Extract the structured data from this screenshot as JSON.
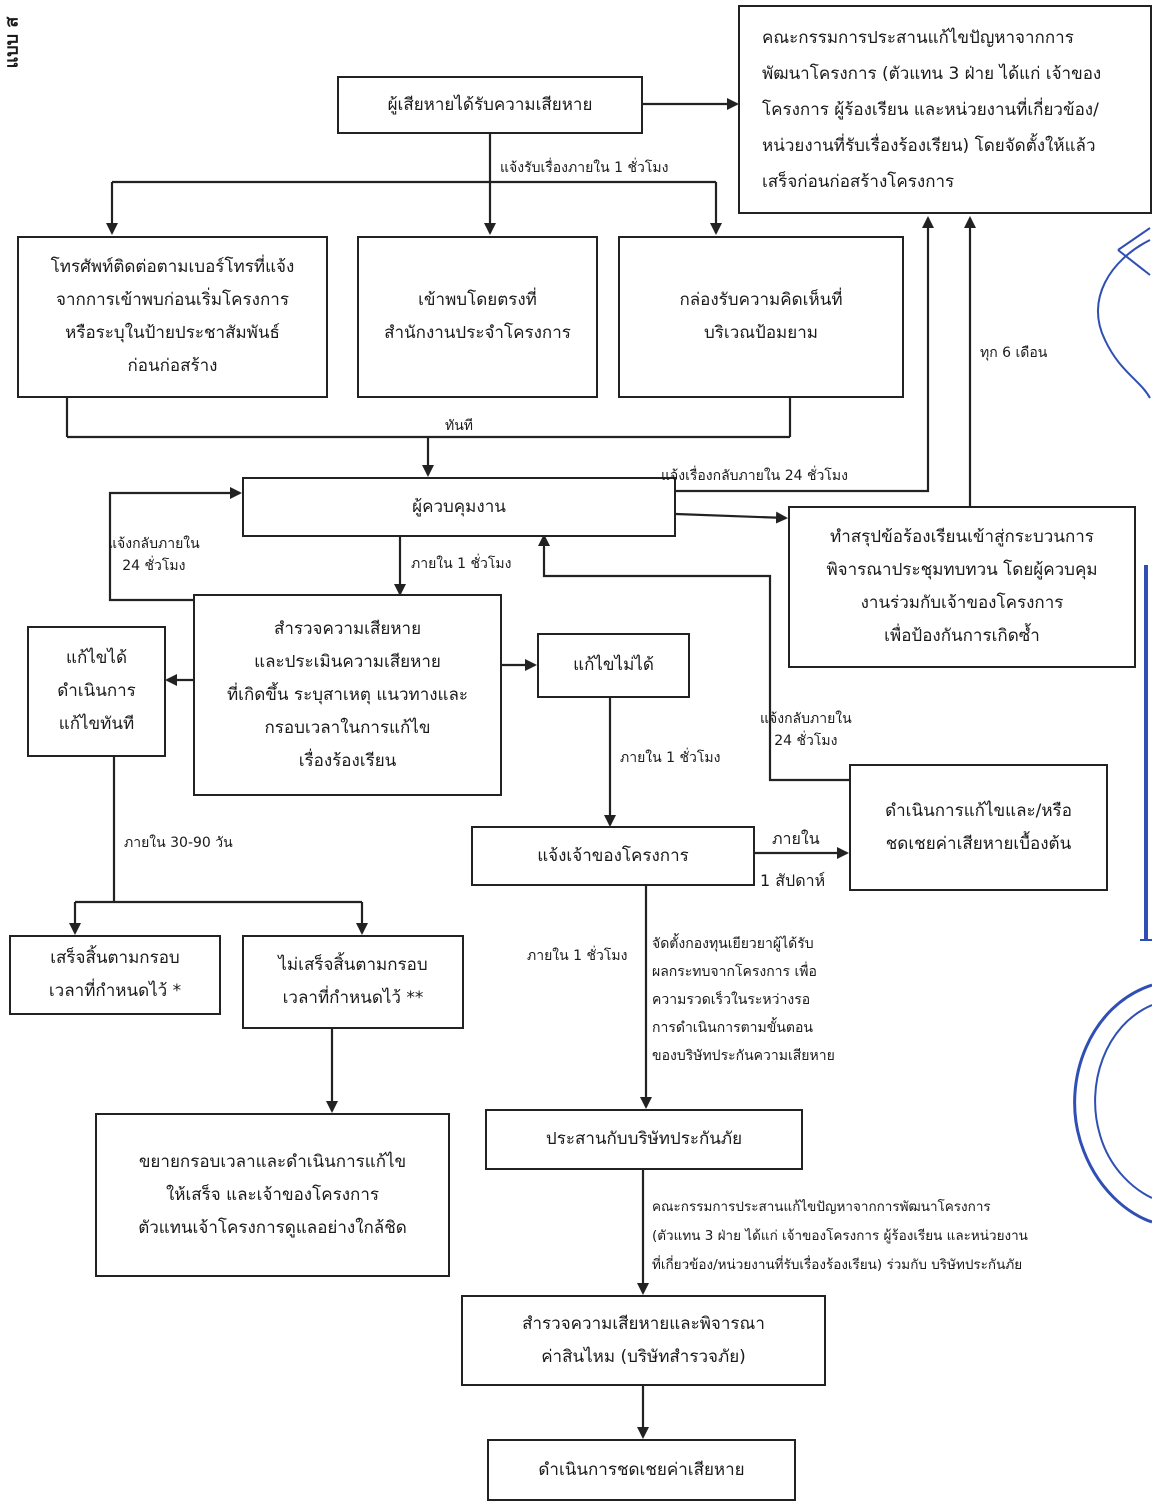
{
  "form_label": "แบบ ส",
  "boxes": {
    "damage_received": "ผู้เสียหายได้รับความเสียหาย",
    "committee": "คณะกรรมการประสานแก้ไขปัญหาจากการ\nพัฒนาโครงการ (ตัวแทน 3 ฝ่าย ได้แก่ เจ้าของ\nโครงการ ผู้ร้องเรียน และหน่วยงานที่เกี่ยวข้อง/\nหน่วยงานที่รับเรื่องร้องเรียน) โดยจัดตั้งให้แล้ว\nเสร็จก่อนก่อสร้างโครงการ",
    "phone": "โทรศัพท์ติดต่อตามเบอร์โทรที่แจ้ง\nจากการเข้าพบก่อนเริ่มโครงการ\nหรือระบุในป้ายประชาสัมพันธ์\nก่อนก่อสร้าง",
    "visit_office": "เข้าพบโดยตรงที่\nสำนักงานประจำโครงการ",
    "comment_box": "กล่องรับความคิดเห็นที่\nบริเวณป้อมยาม",
    "supervisor": "ผู้ควบคุมงาน",
    "summary": "ทำสรุปข้อร้องเรียนเข้าสู่กระบวนการ\nพิจารณาประชุมทบทวน โดยผู้ควบคุม\nงานร่วมกับเจ้าของโครงการ\nเพื่อป้องกันการเกิดซ้ำ",
    "survey_assess": "สำรวจความเสียหาย\nและประเมินความเสียหาย\nที่เกิดขึ้น ระบุสาเหตุ แนวทางและ\nกรอบเวลาในการแก้ไข\nเรื่องร้องเรียน",
    "fixable": "แก้ไขได้\nดำเนินการ\nแก้ไขทันที",
    "not_fixable": "แก้ไขไม่ได้",
    "notify_owner": "แจ้งเจ้าของโครงการ",
    "fix_compensate": "ดำเนินการแก้ไขและ/หรือ\nชดเชยค่าเสียหายเบื้องต้น",
    "done_on_time": "เสร็จสิ้นตามกรอบ\nเวลาที่กำหนดไว้ *",
    "not_done_on_time": "ไม่เสร็จสิ้นตามกรอบ\nเวลาที่กำหนดไว้ **",
    "extend": "ขยายกรอบเวลาและดำเนินการแก้ไข\nให้เสร็จ และเจ้าของโครงการ\nตัวแทนเจ้าโครงการดูแลอย่างใกล้ชิด",
    "insurance": "ประสานกับบริษัทประกันภัย",
    "survey_consider": "สำรวจความเสียหายและพิจารณา\nค่าสินไหม (บริษัทสำรวจภัย)",
    "compensate": "ดำเนินการชดเชยค่าเสียหาย"
  },
  "labels": {
    "notify_1hr": "แจ้งรับเรื่องภายใน 1 ชั่วโมง",
    "immediately": "ทันที",
    "reply_24hr_top": "แจ้งเรื่องกลับภายใน 24 ชั่วโมง",
    "every_6_months": "ทุก 6 เดือน",
    "reply_24hr_left": "แจ้งกลับภายใน\n24 ชั่วโมง",
    "within_1hr_a": "ภายใน 1 ชั่วโมง",
    "reply_24hr_right": "แจ้งกลับภายใน\n24 ชั่วโมง",
    "within_1hr_b": "ภายใน 1 ชั่วโมง",
    "within_30_90": "ภายใน 30-90 วัน",
    "within_1week_top": "ภายใน",
    "within_1week_bottom": "1 สัปดาห์",
    "within_1hr_c": "ภายใน 1 ชั่วโมง",
    "fund_note": "จัดตั้งกองทุนเยียวยาผู้ได้รับ\nผลกระทบจากโครงการ เพื่อ\nความรวดเร็วในระหว่างรอ\nการดำเนินการตามขั้นตอน\nของบริษัทประกันความเสียหาย",
    "committee_insurance": "คณะกรรมการประสานแก้ไขปัญหาจากการพัฒนาโครงการ\n(ตัวแทน 3 ฝ่าย ได้แก่ เจ้าของโครงการ ผู้ร้องเรียน และหน่วยงาน\nที่เกี่ยวข้อง/หน่วยงานที่รับเรื่องร้องเรียน) ร่วมกับ บริษัทประกันภัย"
  },
  "colors": {
    "line": "#222222",
    "stamp": "#2f4fb5"
  }
}
